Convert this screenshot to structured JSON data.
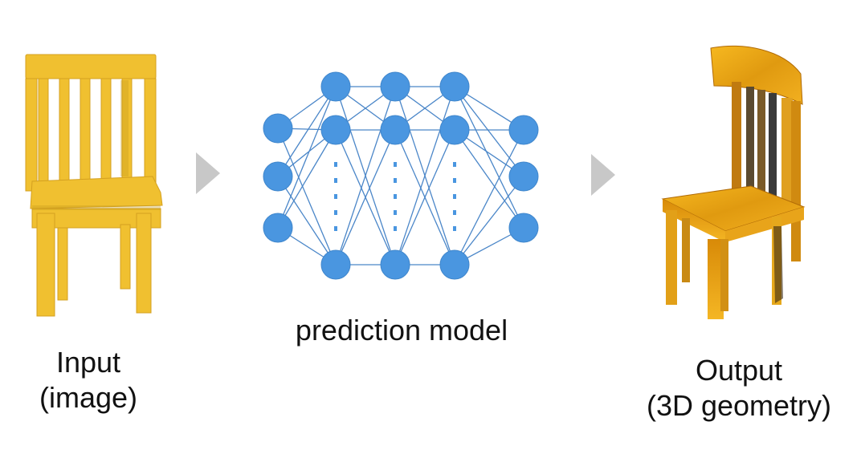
{
  "input": {
    "line1": "Input",
    "line2": "(image)",
    "picture": "yellow-chair-image"
  },
  "model": {
    "caption": "prediction model",
    "node_color": "#4a96e0",
    "edge_color": "#4a86c8"
  },
  "output": {
    "line1": "Output",
    "line2": "(3D geometry)",
    "picture": "textured-3d-chair"
  },
  "arrows": {
    "color": "#c8c8c8",
    "icon": "triangle-arrow-icon"
  }
}
